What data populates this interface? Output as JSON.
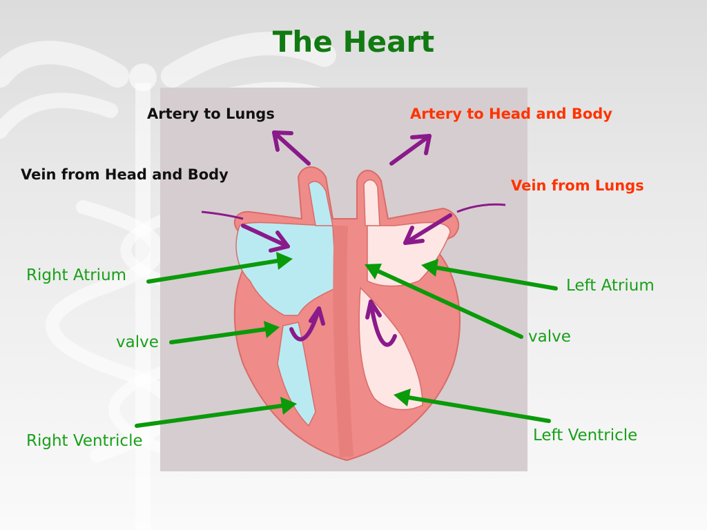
{
  "slide": {
    "title": "The Heart",
    "colors": {
      "title": "#127a12",
      "dark_label": "#111111",
      "red_label": "#ff3300",
      "green_label": "#18a018",
      "pointer_arrow": "#0a9a0a",
      "flow_arrow": "#8a1a8a",
      "panel": "#d6cdd0",
      "heart_wall": "#ef8b88",
      "heart_chamber_left": "#fde6e4",
      "heart_chamber_right": "#b9eaf1"
    },
    "background_icon": "caduceus-icon"
  },
  "labels": {
    "artery_lungs": "Artery to Lungs",
    "artery_head_body": "Artery to Head and Body",
    "vein_head_body": "Vein from Head and Body",
    "vein_lungs": "Vein from Lungs",
    "right_atrium": "Right Atrium",
    "left_atrium": "Left Atrium",
    "valve_right": "valve",
    "valve_left": "valve",
    "right_ventricle": "Right Ventricle",
    "left_ventricle": "Left Ventricle"
  }
}
